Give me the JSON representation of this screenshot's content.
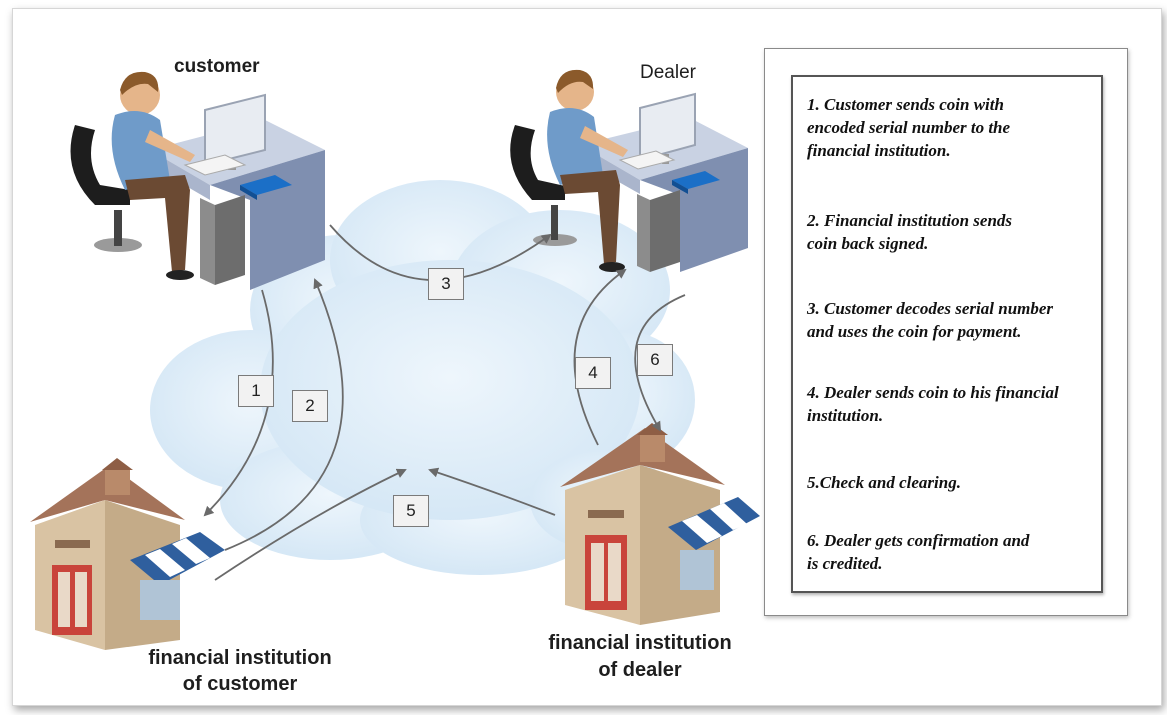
{
  "labels": {
    "customer": "customer",
    "dealer": "Dealer",
    "fi_customer_line1": "financial institution",
    "fi_customer_line2": "of customer",
    "fi_dealer_line1": "financial institution",
    "fi_dealer_line2": "of dealer"
  },
  "step_markers": [
    "1",
    "2",
    "3",
    "4",
    "5",
    "6"
  ],
  "steps": [
    "1. Customer sends coin with\nencoded serial number to the\n financial institution.",
    "2. Financial institution sends\ncoin back signed.",
    "3. Customer decodes serial number\nand uses the coin for payment.",
    "4. Dealer sends coin to his financial\ninstitution.",
    "5.Check and clearing.",
    "6. Dealer gets confirmation and\nis credited."
  ],
  "colors": {
    "cloud": "#dfedf8",
    "arrow": "#6a6a6a",
    "building_wall": "#d9c3a3",
    "roof": "#a4735a",
    "awning": "#2f5f9e",
    "door": "#c9443b",
    "desk_top": "#c9d2e3",
    "desk_side": "#7f8fb0",
    "shirt": "#6f9bc9",
    "trousers": "#6b4a33",
    "skin": "#e5b58a",
    "hair": "#8b5a2b",
    "book": "#1b6fc7"
  }
}
